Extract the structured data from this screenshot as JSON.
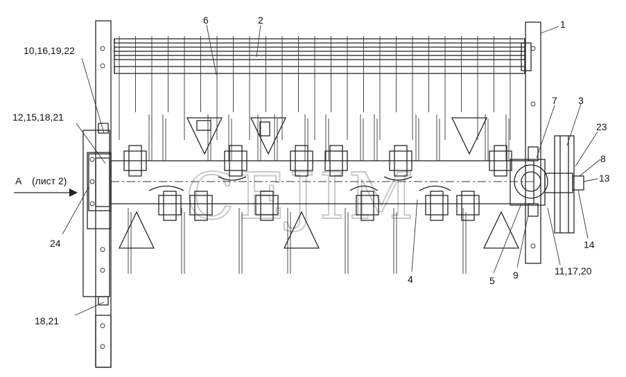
{
  "labels": {
    "l1": "1",
    "l2": "2",
    "l3": "3",
    "l4": "4",
    "l5": "5",
    "l6": "6",
    "l7": "7",
    "l8": "8",
    "l9": "9",
    "l13": "13",
    "l14": "14",
    "l23": "23",
    "l24": "24",
    "l10_16_19_22": "10,16,19,22",
    "l12_15_18_21": "12,15,18,21",
    "l11_17_20": "11,17,20",
    "l18_21": "18,21",
    "view_a": "А",
    "view_ref": "(лист 2)"
  },
  "watermark": "CEJIM"
}
